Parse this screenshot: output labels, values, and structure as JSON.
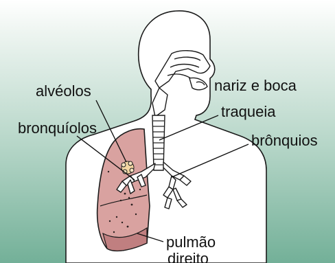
{
  "diagram": {
    "colors": {
      "background_top": "#ffffff",
      "background_bottom": "#78b49c",
      "body_fill": "#ffffff",
      "outline": "#1a1a1a",
      "lung_fill": "#d9a2a0",
      "lung_shadow": "#c07f80",
      "alveoli": "#f3d6a2"
    },
    "labels": {
      "alveolos": "alvéolos",
      "bronquiolos": "bronquíolos",
      "nariz_boca": "nariz e boca",
      "traqueia": "traqueia",
      "bronquios": "brônquios",
      "pulmao_line1": "pulmão",
      "pulmao_line2": "direito"
    }
  }
}
